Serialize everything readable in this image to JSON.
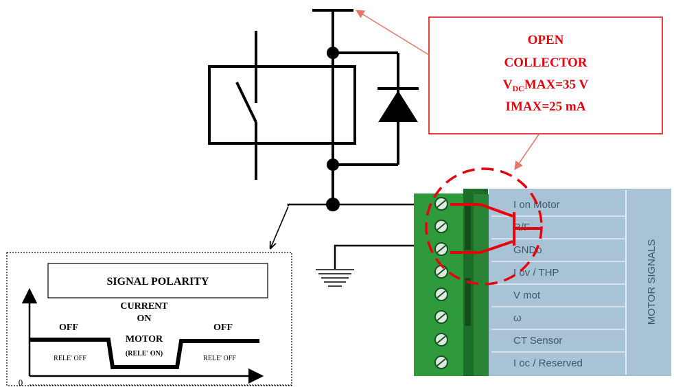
{
  "callout": {
    "line1": "OPEN",
    "line2": "COLLECTOR",
    "line3_v": "V",
    "line3_sub": "DC",
    "line3_rest": "MAX=35 V",
    "line4": "IMAX=25 mA"
  },
  "polarity": {
    "title": "SIGNAL POLARITY",
    "off_left": "OFF",
    "current": "CURRENT",
    "on": "ON",
    "motor": "MOTOR",
    "rele_on": "(RELE' ON)",
    "off_right": "OFF",
    "rele_off_left": "RELE' OFF",
    "rele_off_right": "RELE' OFF",
    "zero": "0"
  },
  "terminal": {
    "side_label": "MOTOR SIGNALS",
    "rows": [
      {
        "label": "I on Motor"
      },
      {
        "label": "R/F"
      },
      {
        "label": "GNDo"
      },
      {
        "label": "I ov / THP"
      },
      {
        "label": "V mot"
      },
      {
        "label": "ω"
      },
      {
        "label": "CT Sensor"
      },
      {
        "label": "I oc / Reserved"
      }
    ]
  },
  "colors": {
    "callout_red": "#e8000b",
    "arrow_red": "#e8776a",
    "terminal_green": "#2e9a3c",
    "terminal_green_dark": "#1c6e29",
    "panel_blue": "#a9c3d6",
    "panel_line": "#e6eef4",
    "panel_text": "#3f5868"
  }
}
